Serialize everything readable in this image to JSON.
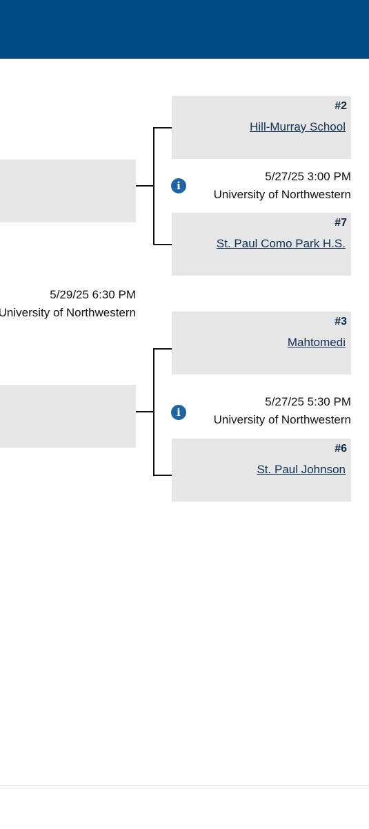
{
  "semis": [
    {
      "top": {
        "seed": "#2",
        "name": "Hill-Murray School"
      },
      "date": "5/27/25 3:00 PM",
      "venue": "University of Northwestern",
      "bottom": {
        "seed": "#7",
        "name": "St. Paul Como Park H.S."
      }
    },
    {
      "top": {
        "seed": "#3",
        "name": "Mahtomedi"
      },
      "date": "5/27/25 5:30 PM",
      "venue": "University of Northwestern",
      "bottom": {
        "seed": "#6",
        "name": "St. Paul Johnson"
      }
    }
  ],
  "final": {
    "date": "5/29/25 6:30 PM",
    "venue": "University of Northwestern"
  },
  "icons": {
    "info": "info-icon"
  },
  "colors": {
    "header": "#004a84",
    "box": "#e6e6e6",
    "link": "#0f2f55",
    "info": "#1e63a7"
  }
}
